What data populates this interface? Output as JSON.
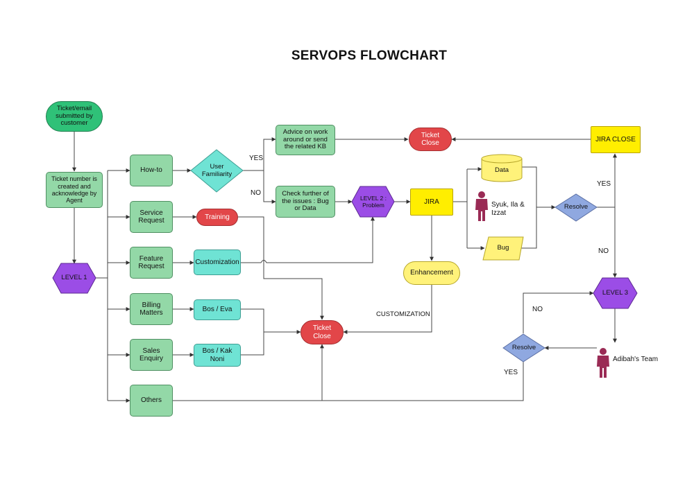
{
  "title": "SERVOPS FLOWCHART",
  "nodes": {
    "ticket_submitted": "Ticket/email submitted by customer",
    "ticket_number": "Ticket number is created and acknowledge by Agent",
    "level1": "LEVEL 1",
    "howto": "How-to",
    "service_request": "Service Request",
    "feature_request": "Feature Request",
    "billing": "Billing Matters",
    "sales": "Sales Enquiry",
    "others": "Others",
    "user_familiarity": "User Familiarity",
    "training": "Training",
    "customization": "Customization",
    "bos_eva": "Bos / Eva",
    "bos_kak_noni": "Bos / Kak Noni",
    "advice": "Advice on work around or send the related KB",
    "check_further": "Check further of the issues : Bug or Data",
    "level2": "LEVEL 2 : Problem",
    "jira": "JIRA",
    "ticket_close_top": "Ticket Close",
    "ticket_close_bottom": "Ticket Close",
    "data": "Data",
    "bug": "Bug",
    "enhancement": "Enhancement",
    "syuk_team": "Syuk, Ila & Izzat",
    "resolve_top": "Resolve",
    "jira_close": "JIRA CLOSE",
    "level3": "LEVEL 3",
    "adibah_team": "Adibah's Team",
    "resolve_bottom": "Resolve"
  },
  "edge_labels": {
    "yes_familiar": "YES",
    "no_familiar": "NO",
    "yes_resolve_top": "YES",
    "no_resolve_top": "NO",
    "no_resolve_bottom": "NO",
    "yes_resolve_bottom": "YES",
    "customization": "CUSTOMIZATION"
  },
  "colors": {
    "start": "#2fc178",
    "process": "#93d8a7",
    "assignee": "#6fe3d4",
    "close": "#e24649",
    "level": "#9b4de6",
    "decision_familiar": "#6fe3d4",
    "decision_resolve": "#8fa8e0",
    "jira": "#ffee00",
    "person": "#9a2b55"
  }
}
